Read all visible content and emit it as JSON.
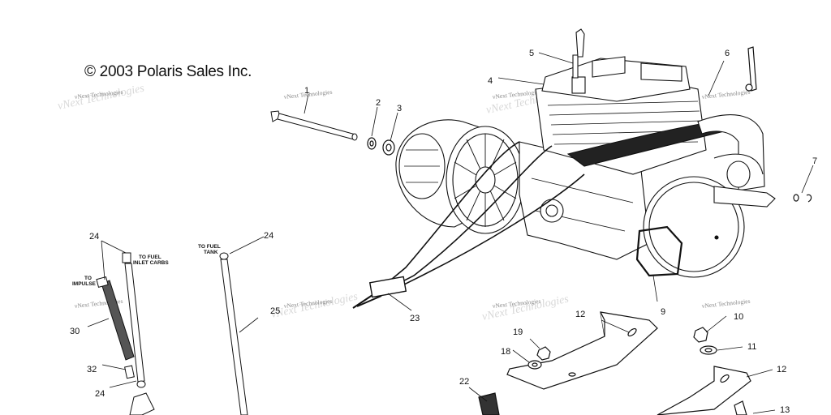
{
  "copyright": "© 2003 Polaris Sales Inc.",
  "watermark": "vNext Technologies",
  "callouts": [
    "1",
    "2",
    "3",
    "4",
    "5",
    "6",
    "7",
    "9",
    "10",
    "11",
    "12",
    "12",
    "13",
    "18",
    "19",
    "22",
    "23",
    "24",
    "24",
    "24",
    "25",
    "30",
    "32"
  ],
  "notes": {
    "to_fuel_inlet_carbs": [
      "TO FUEL",
      "INLET CARBS"
    ],
    "to_impulse": [
      "TO",
      "IMPULSE"
    ],
    "to_fuel_tank": [
      "TO FUEL",
      "TANK"
    ]
  },
  "colors": {
    "ink": "#111111",
    "watermark": "#888888"
  }
}
